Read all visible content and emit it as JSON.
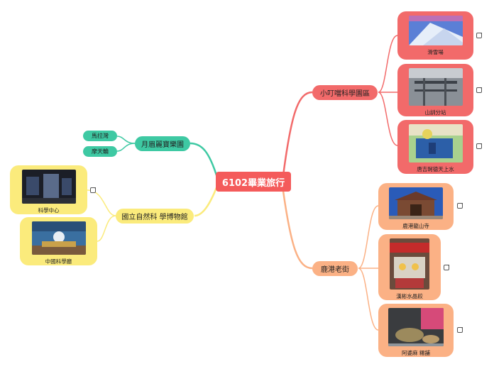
{
  "central": {
    "label": "6102畢業旅行"
  },
  "branches": {
    "xiaodingdang": {
      "label": "小叮噹科學園區",
      "color": "#f26a6a",
      "items": [
        {
          "label": "滑雪場"
        },
        {
          "label": "山訓分站"
        },
        {
          "label": "唐吉軻德天上水"
        }
      ]
    },
    "lukang": {
      "label": "鹿港老街",
      "color": "#fbb185",
      "items": [
        {
          "label": "鹿港龍山寺"
        },
        {
          "label": "漢彬水晶餃"
        },
        {
          "label": "阿婆麻 糬舖"
        }
      ]
    },
    "janfusun": {
      "label": "月眉麗寶樂園",
      "color": "#3ec9a3",
      "items": [
        {
          "label": "馬拉灣"
        },
        {
          "label": "摩天輪"
        }
      ]
    },
    "museum": {
      "label": "國立自然科 學博物館",
      "color": "#fbeb7c",
      "items": [
        {
          "label": "科學中心"
        },
        {
          "label": "中國科學廳"
        }
      ]
    }
  }
}
